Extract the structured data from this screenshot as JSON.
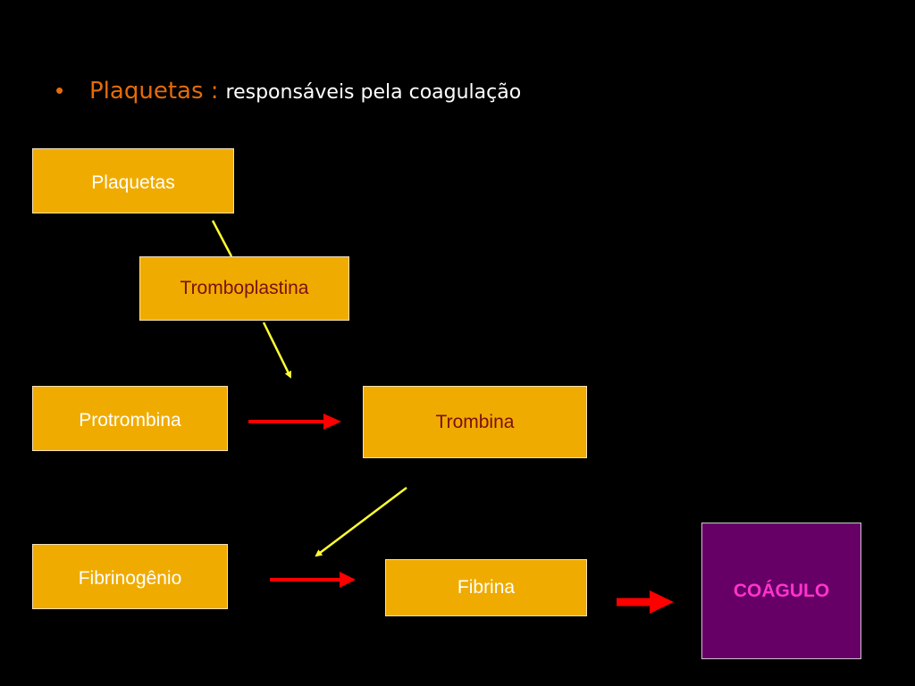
{
  "bullet": {
    "symbol": "•",
    "term": "Plaquetas :",
    "text": "responsáveis pela coagulação"
  },
  "diagram": {
    "nodes": {
      "plaquetas": "Plaquetas",
      "tromboplastina": "Tromboplastina",
      "protrombina": "Protrombina",
      "trombina": "Trombina",
      "fibrinogenio": "Fibrinogênio",
      "fibrina": "Fibrina",
      "coagulo": "COÁGULO"
    },
    "edges": [
      {
        "from": "Plaquetas",
        "to": "Tromboplastina",
        "style": "yellow-line"
      },
      {
        "from": "Tromboplastina",
        "to": "Protrombina → Trombina",
        "style": "yellow-arrow"
      },
      {
        "from": "Protrombina",
        "to": "Trombina",
        "style": "red-arrow"
      },
      {
        "from": "Trombina",
        "to": "Fibrinogênio → Fibrina",
        "style": "yellow-arrow"
      },
      {
        "from": "Fibrinogênio",
        "to": "Fibrina",
        "style": "red-arrow"
      },
      {
        "from": "Fibrina",
        "to": "COÁGULO",
        "style": "red-arrow"
      }
    ]
  },
  "colors": {
    "background": "#000000",
    "accent_orange": "#e36c0a",
    "box_fill": "#f0ab00",
    "coagulo_fill": "#660066",
    "coagulo_text": "#ff33cc",
    "arrow_red": "#ff0000",
    "arrow_yellow": "#ffff33"
  }
}
